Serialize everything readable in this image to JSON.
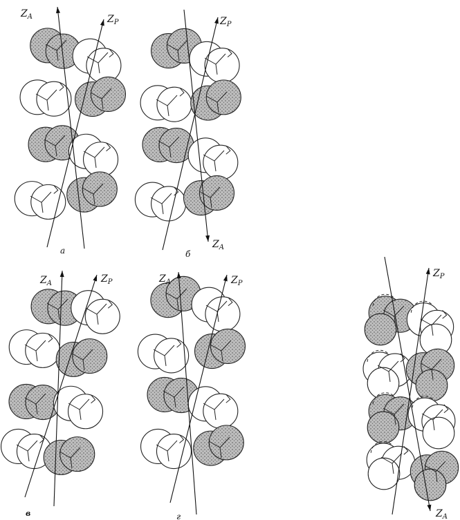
{
  "figure": {
    "axis_labels": {
      "z_a_main": "Z",
      "z_a_sub": "A",
      "z_p_main": "Z",
      "z_p_sub": "P"
    },
    "panels": [
      {
        "id": "a",
        "caption": "а",
        "za_at_top": true
      },
      {
        "id": "b",
        "caption": "б",
        "za_at_top": false
      },
      {
        "id": "v",
        "caption": "в",
        "za_at_top": true
      },
      {
        "id": "g",
        "caption": "г",
        "za_at_top": true
      },
      {
        "id": "d",
        "caption": "",
        "za_at_top": false
      }
    ]
  }
}
